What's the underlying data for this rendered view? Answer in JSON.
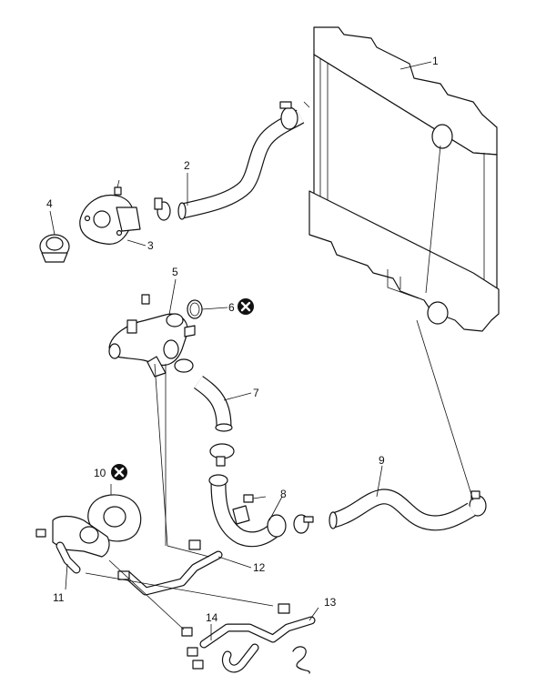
{
  "callouts": {
    "c1": "1",
    "c2": "2",
    "c3": "3",
    "c4": "4",
    "c5": "5",
    "c6": "6",
    "c7": "7",
    "c8": "8",
    "c9": "9",
    "c10": "10",
    "c11": "11",
    "c12": "12",
    "c13": "13",
    "c14": "14"
  },
  "replace_marker": {
    "icon": "circled-x-replace-icon",
    "applies_to": [
      "6",
      "10"
    ],
    "color": "#111111"
  }
}
